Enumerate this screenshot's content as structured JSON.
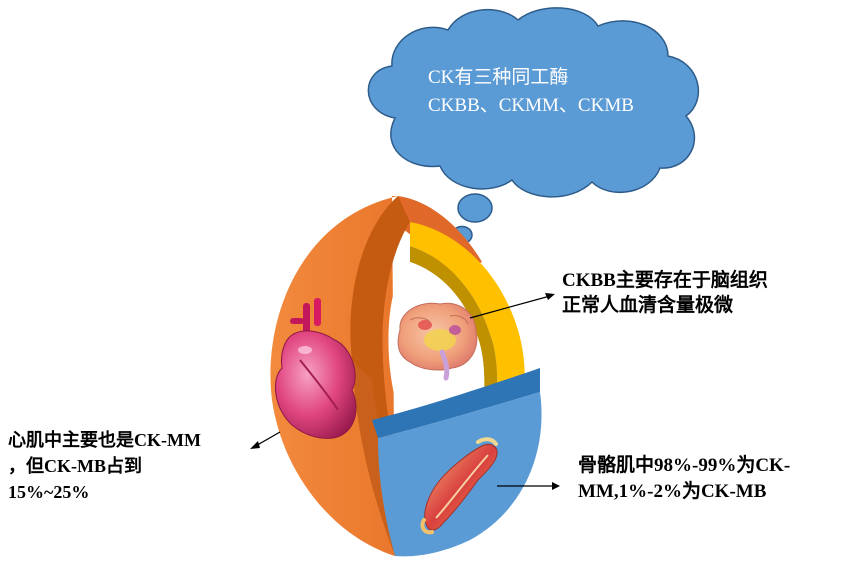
{
  "cloud": {
    "line1": "CK有三种同工酶",
    "line2": "CKBB、CKMM、CKMB"
  },
  "annotations": {
    "brain": {
      "line1": "CKBB主要存在于脑组织",
      "line2": "正常人血清含量极微"
    },
    "heart": {
      "line1": "心肌中主要也是CK-MM",
      "line2": "，但CK-MB占到",
      "line3": "15%~25%"
    },
    "muscle": {
      "line1": "骨骼肌中98%-99%为CK-",
      "line2": "MM,1%-2%为CK-MB"
    }
  },
  "colors": {
    "cloud_fill": "#5b9bd5",
    "cloud_stroke": "#2e5c8a",
    "shell_orange": "#ed7d31",
    "shell_orange_dark": "#c55a11",
    "inner_yellow": "#ffc000",
    "inner_yellow_dark": "#bf9000",
    "lower_blue": "#5b9bd5",
    "lower_blue_dark": "#2e75b6"
  },
  "icons": [
    "heart-icon",
    "brain-icon",
    "muscle-icon"
  ]
}
